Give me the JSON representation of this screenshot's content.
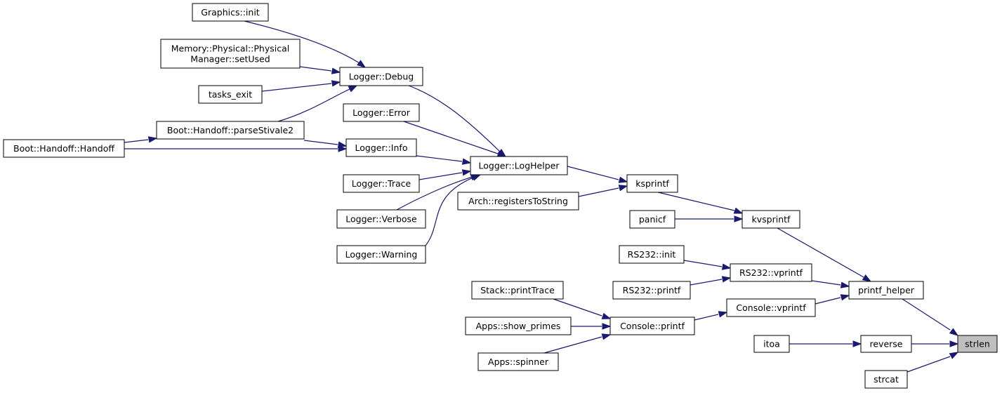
{
  "graph": {
    "title": "",
    "nodes": {
      "strlen": {
        "label": [
          "strlen"
        ],
        "current": true
      },
      "printf_helper": {
        "label": [
          "printf_helper"
        ]
      },
      "reverse": {
        "label": [
          "reverse"
        ]
      },
      "strcat": {
        "label": [
          "strcat"
        ]
      },
      "itoa": {
        "label": [
          "itoa"
        ]
      },
      "kvsprintf": {
        "label": [
          "kvsprintf"
        ]
      },
      "rs232_vprintf": {
        "label": [
          "RS232::vprintf"
        ]
      },
      "console_vprintf": {
        "label": [
          "Console::vprintf"
        ]
      },
      "ksprintf": {
        "label": [
          "ksprintf"
        ]
      },
      "panicf": {
        "label": [
          "panicf"
        ]
      },
      "rs232_init": {
        "label": [
          "RS232::init"
        ]
      },
      "rs232_printf": {
        "label": [
          "RS232::printf"
        ]
      },
      "console_printf": {
        "label": [
          "Console::printf"
        ]
      },
      "stack_printtrace": {
        "label": [
          "Stack::printTrace"
        ]
      },
      "apps_show_primes": {
        "label": [
          "Apps::show_primes"
        ]
      },
      "apps_spinner": {
        "label": [
          "Apps::spinner"
        ]
      },
      "logger_loghelper": {
        "label": [
          "Logger::LogHelper"
        ]
      },
      "arch_registerstostring": {
        "label": [
          "Arch::registersToString"
        ]
      },
      "logger_debug": {
        "label": [
          "Logger::Debug"
        ]
      },
      "logger_error": {
        "label": [
          "Logger::Error"
        ]
      },
      "logger_info": {
        "label": [
          "Logger::Info"
        ]
      },
      "logger_trace": {
        "label": [
          "Logger::Trace"
        ]
      },
      "logger_verbose": {
        "label": [
          "Logger::Verbose"
        ]
      },
      "logger_warning": {
        "label": [
          "Logger::Warning"
        ]
      },
      "graphics_init": {
        "label": [
          "Graphics::init"
        ]
      },
      "memory_setused": {
        "label": [
          "Memory::Physical::Physical",
          "Manager::setUsed"
        ]
      },
      "tasks_exit": {
        "label": [
          "tasks_exit"
        ]
      },
      "boot_parsestivale2": {
        "label": [
          "Boot::Handoff::parseStivale2"
        ]
      },
      "boot_handoff": {
        "label": [
          "Boot::Handoff::Handoff"
        ]
      }
    },
    "edges": [
      {
        "from": "printf_helper",
        "to": "strlen"
      },
      {
        "from": "reverse",
        "to": "strlen"
      },
      {
        "from": "strcat",
        "to": "strlen"
      },
      {
        "from": "itoa",
        "to": "reverse"
      },
      {
        "from": "kvsprintf",
        "to": "printf_helper"
      },
      {
        "from": "rs232_vprintf",
        "to": "printf_helper"
      },
      {
        "from": "console_vprintf",
        "to": "printf_helper"
      },
      {
        "from": "ksprintf",
        "to": "kvsprintf"
      },
      {
        "from": "panicf",
        "to": "kvsprintf"
      },
      {
        "from": "rs232_init",
        "to": "rs232_vprintf"
      },
      {
        "from": "rs232_printf",
        "to": "rs232_vprintf"
      },
      {
        "from": "console_printf",
        "to": "console_vprintf"
      },
      {
        "from": "stack_printtrace",
        "to": "console_printf"
      },
      {
        "from": "apps_show_primes",
        "to": "console_printf"
      },
      {
        "from": "apps_spinner",
        "to": "console_printf"
      },
      {
        "from": "logger_loghelper",
        "to": "ksprintf"
      },
      {
        "from": "arch_registerstostring",
        "to": "ksprintf"
      },
      {
        "from": "logger_debug",
        "to": "logger_loghelper"
      },
      {
        "from": "logger_error",
        "to": "logger_loghelper"
      },
      {
        "from": "logger_info",
        "to": "logger_loghelper"
      },
      {
        "from": "logger_trace",
        "to": "logger_loghelper"
      },
      {
        "from": "logger_verbose",
        "to": "logger_loghelper"
      },
      {
        "from": "logger_warning",
        "to": "logger_loghelper"
      },
      {
        "from": "graphics_init",
        "to": "logger_debug"
      },
      {
        "from": "memory_setused",
        "to": "logger_debug"
      },
      {
        "from": "tasks_exit",
        "to": "logger_debug"
      },
      {
        "from": "boot_parsestivale2",
        "to": "logger_debug"
      },
      {
        "from": "boot_parsestivale2",
        "to": "logger_info"
      },
      {
        "from": "boot_handoff",
        "to": "boot_parsestivale2"
      },
      {
        "from": "boot_handoff",
        "to": "logger_info"
      }
    ],
    "colors": {
      "edge": "#191970",
      "current_fill": "#bfbfbf",
      "node_fill": "#ffffff",
      "node_stroke": "#000000"
    }
  }
}
